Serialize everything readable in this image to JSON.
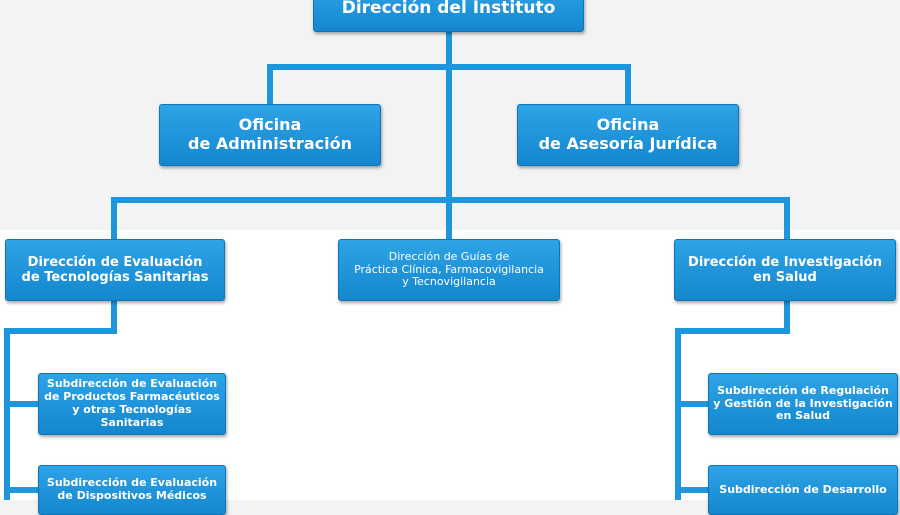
{
  "org_chart": {
    "director": "Dirección del Instituto",
    "offices": [
      "Oficina\nde Administración",
      "Oficina\nde Asesoría Jurídica"
    ],
    "directions": [
      "Dirección de Evaluación\nde Tecnologías Sanitarias",
      "Dirección de Guías de\nPráctica Clínica, Farmacovigilancia\ny Tecnovigilancia",
      "Dirección de Investigación\nen Salud"
    ],
    "subdirections_left": [
      "Subdirección de Evaluación\nde Productos Farmacéuticos\ny otras Tecnologías\nSanitarias",
      "Subdirección de Evaluación\nde Dispositivos Médicos"
    ],
    "subdirections_right": [
      "Subdirección de Regulación\ny Gestión de la Investigación\nen Salud",
      "Subdirección de Desarrollo"
    ]
  },
  "colors": {
    "box": "#1e96dd",
    "connector": "#1e96dd",
    "background_top": "#f3f3f3"
  }
}
